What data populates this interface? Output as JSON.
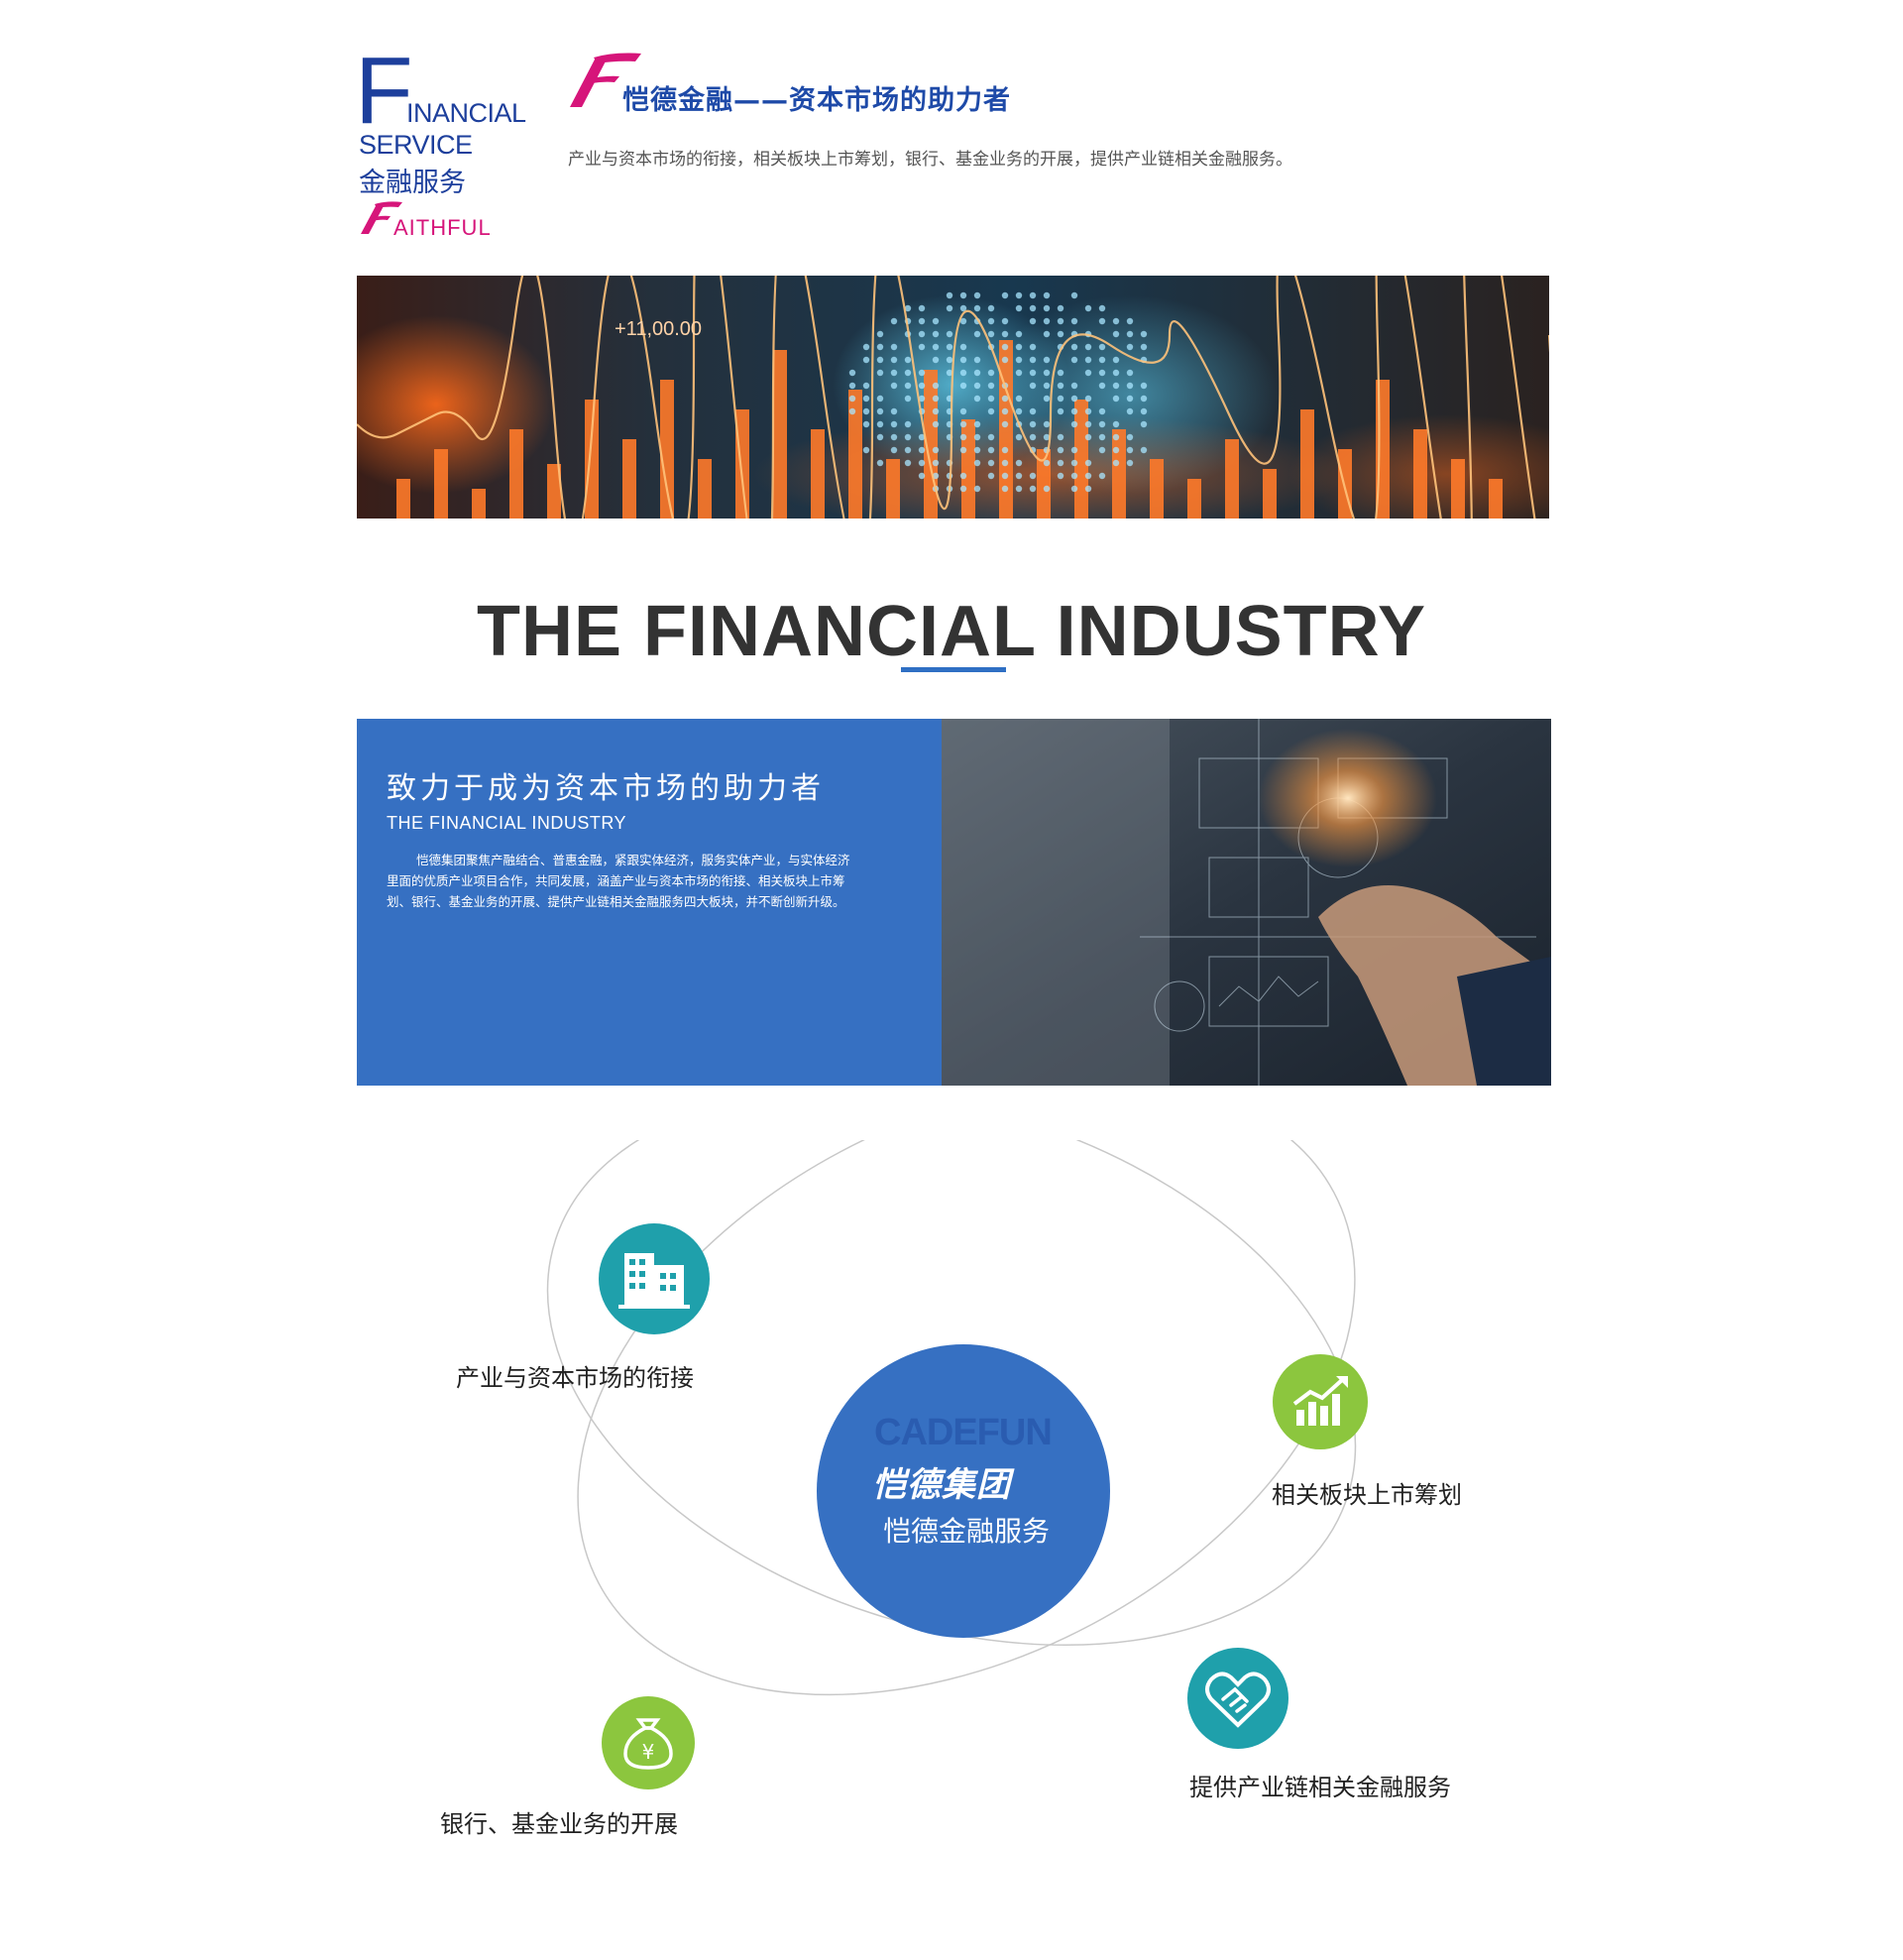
{
  "header": {
    "big_letter": "F",
    "financial_rest": "INANCIAL",
    "service": "SERVICE",
    "service_cn": "金融服务",
    "faithful_rest": "AITHFUL",
    "title": "恺德金融——资本市场的助力者",
    "subtitle": "产业与资本市场的衔接，相关板块上市筹划，银行、基金业务的开展，提供产业链相关金融服务。"
  },
  "banner": {
    "ticker_text": "+11,00.00"
  },
  "section": {
    "heading": "THE FINANCIAL INDUSTRY"
  },
  "info": {
    "title": "致力于成为资本市场的助力者",
    "subtitle_en": "THE FINANCIAL INDUSTRY",
    "body": "恺德集团聚焦产融结合、普惠金融，紧跟实体经济，服务实体产业，与实体经济里面的优质产业项目合作，共同发展，涵盖产业与资本市场的衔接、相关板块上市筹划、银行、基金业务的开展、提供产业链相关金融服务四大板块，并不断创新升级。"
  },
  "center": {
    "logo_en": "CADEFUN",
    "logo_cn": "恺德集团",
    "label": "恺德金融服务"
  },
  "nodes": [
    {
      "label": "产业与资本市场的衔接",
      "icon": "buildings-icon",
      "color": "#1fa0ab"
    },
    {
      "label": "相关板块上市筹划",
      "icon": "growth-chart-icon",
      "color": "#8cc63e"
    },
    {
      "label": "提供产业链相关金融服务",
      "icon": "handshake-heart-icon",
      "color": "#1fa0ab"
    },
    {
      "label": "银行、基金业务的开展",
      "icon": "money-bag-icon",
      "color": "#8cc63e"
    }
  ],
  "colors": {
    "brand_blue": "#1d3f9c",
    "accent_blue": "#3670c2",
    "magenta": "#d6157a",
    "teal": "#1fa0ab",
    "green": "#8cc63e"
  }
}
